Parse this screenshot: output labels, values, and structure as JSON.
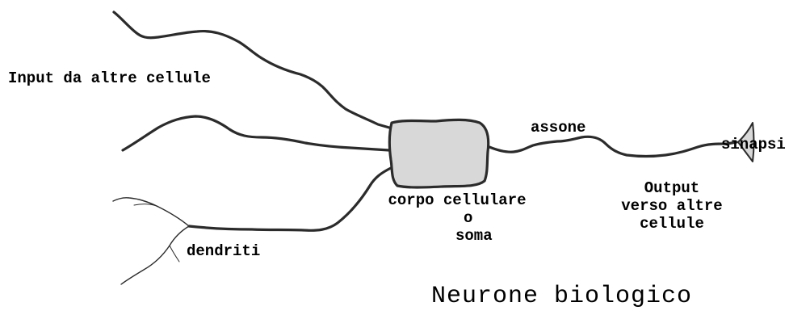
{
  "colors": {
    "line": "#2b2b2b",
    "soma_fill": "#d8d8d8",
    "synapse_fill": "#d8d8d8",
    "background": "#ffffff"
  },
  "labels": {
    "input": "Input da altre cellule",
    "axon": "assone",
    "synapse": "sinapsi",
    "soma_line1": "corpo cellulare",
    "soma_line2": "o",
    "soma_line3": "soma",
    "output_line1": "Output",
    "output_line2": "verso altre",
    "output_line3": "cellule",
    "dendrites": "dendriti"
  },
  "title": "Neurone biologico"
}
